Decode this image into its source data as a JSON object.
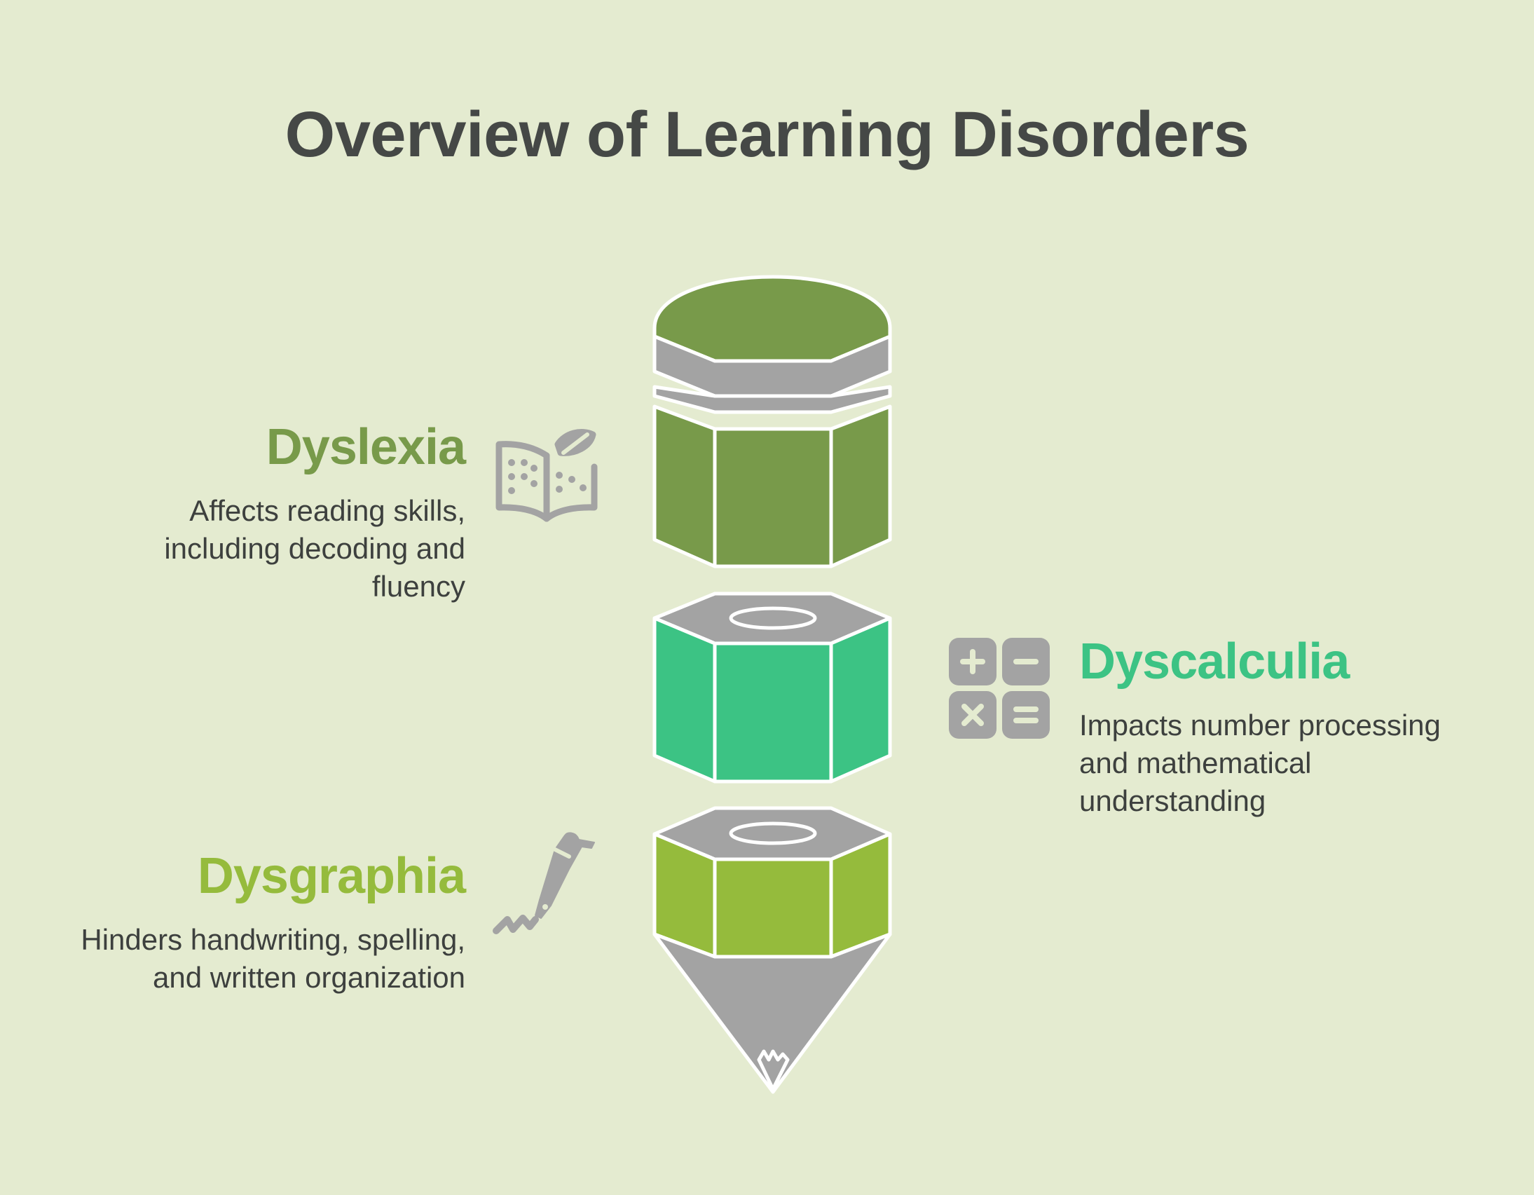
{
  "title": "Overview of Learning Disorders",
  "colors": {
    "background": "#e4ebd0",
    "title": "#454846",
    "text": "#3d403e",
    "segment_top": "#789a4a",
    "segment_middle": "#3cc384",
    "segment_bottom": "#95bb3c",
    "metal": "#a3a3a3",
    "outline": "#ffffff"
  },
  "items": [
    {
      "heading": "Dyslexia",
      "description_lines": [
        "Affects reading skills,",
        "including decoding and",
        "fluency"
      ],
      "color": "#789a4a",
      "icon": "open-book-eye-icon"
    },
    {
      "heading": "Dyscalculia",
      "description_lines": [
        "Impacts number processing",
        "and mathematical",
        "understanding"
      ],
      "color": "#3cc384",
      "icon": "calculator-icon"
    },
    {
      "heading": "Dysgraphia",
      "description_lines": [
        "Hinders handwriting, spelling,",
        "and written organization"
      ],
      "color": "#95bb3c",
      "icon": "pen-scribble-icon"
    }
  ]
}
